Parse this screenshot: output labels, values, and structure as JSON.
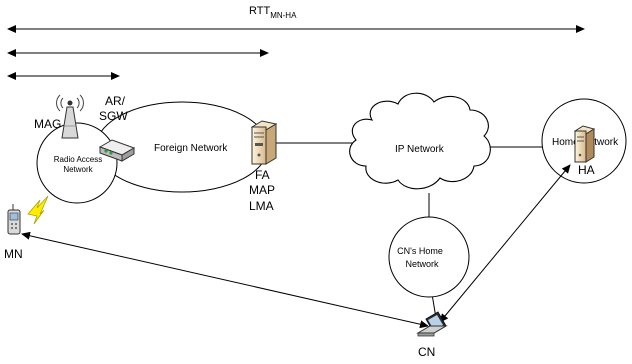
{
  "rtt": {
    "main": "RTT",
    "sub": "MN-HA"
  },
  "nodes": {
    "mag": "MAG",
    "ar_sgw": [
      "AR/",
      "SGW"
    ],
    "radio_access_network": [
      "Radio Access",
      "Network"
    ],
    "foreign_network": "Foreign Network",
    "fa_map_lma": [
      "FA",
      "MAP",
      "LMA"
    ],
    "ip_network": "IP Network",
    "home_network": "Home Network",
    "ha": "HA",
    "cns_home_network": [
      "CN's Home",
      "Network"
    ],
    "mn": "MN",
    "cn": "CN"
  },
  "icons": {
    "antenna": "antenna-tower-icon",
    "router": "router-icon",
    "server": "server-icon",
    "home_server": "home-agent-server-icon",
    "phone": "mobile-phone-icon",
    "laptop": "laptop-icon",
    "wireless": "lightning-bolt-icon"
  },
  "colors": {
    "line": "#000000",
    "server_body": "#e8d2a6",
    "bolt": "#ffee00"
  }
}
